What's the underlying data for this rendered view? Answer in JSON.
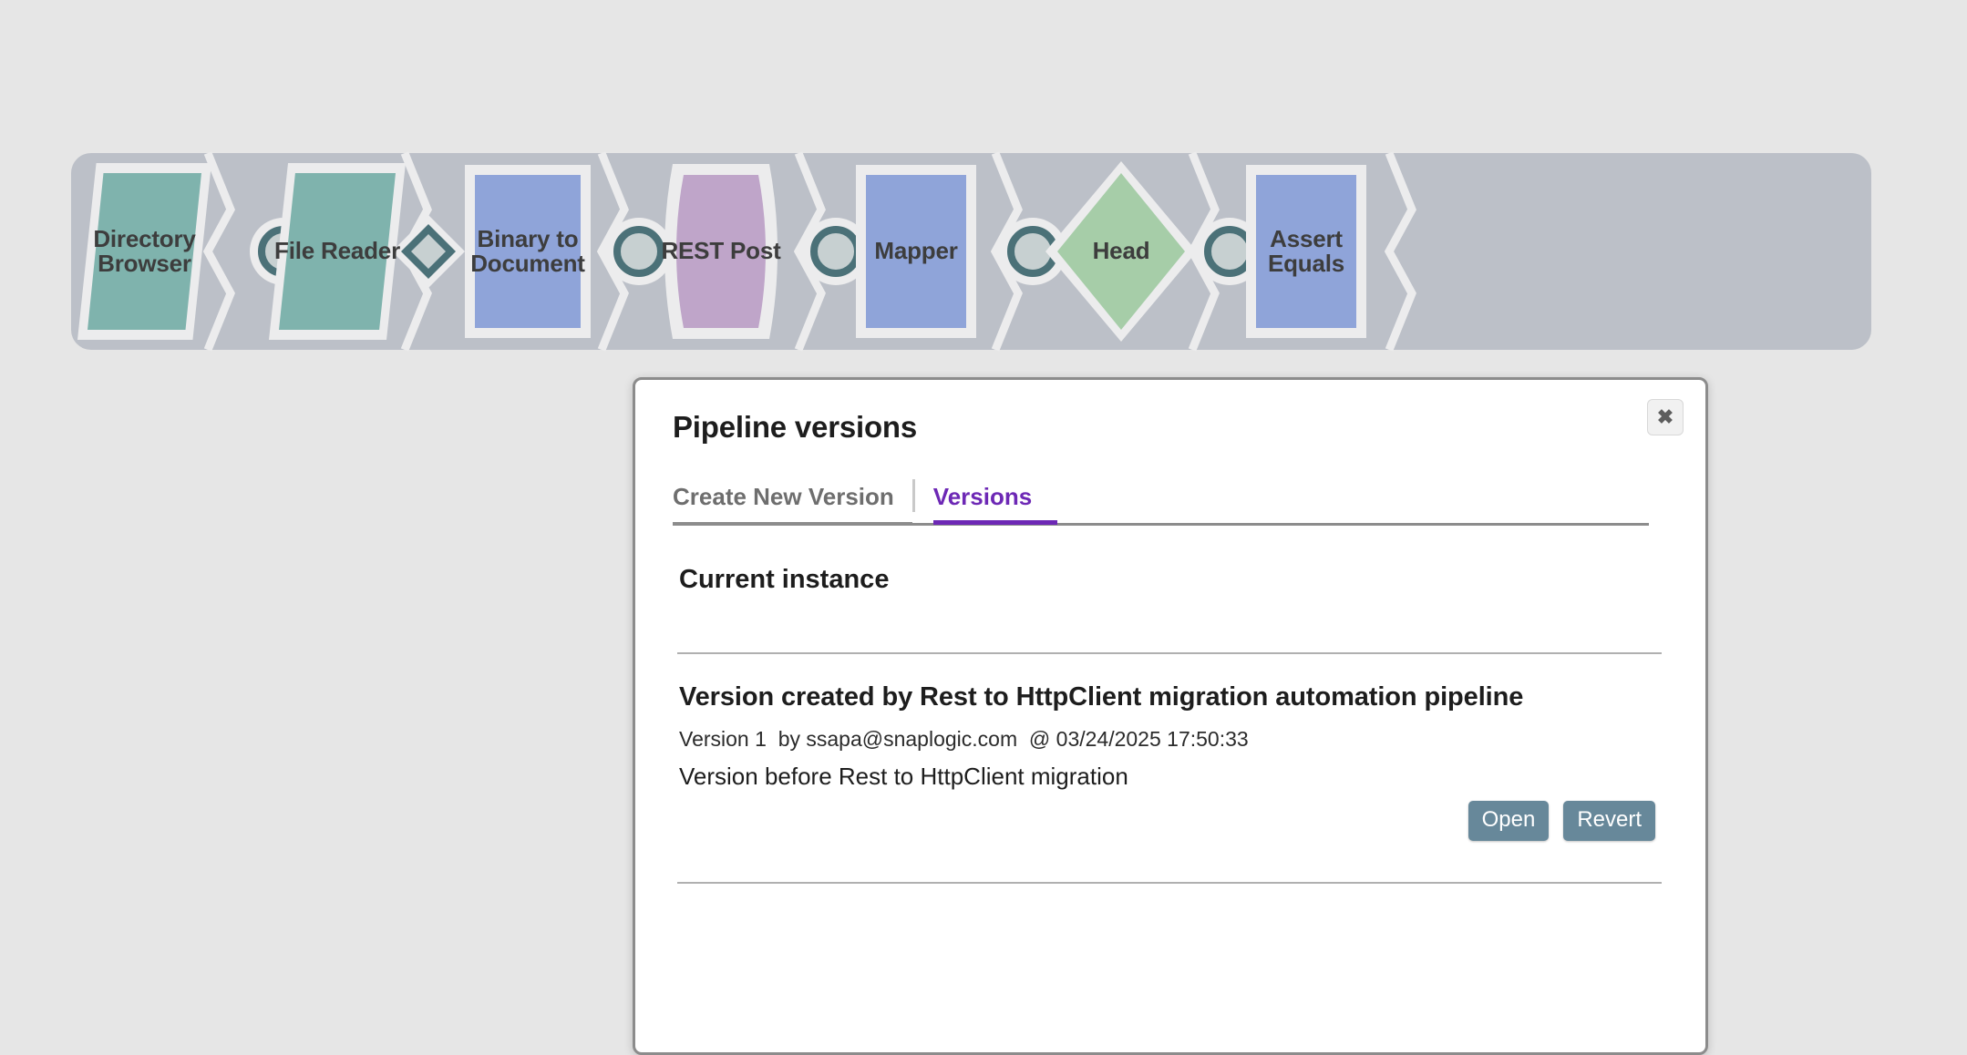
{
  "canvas": {
    "background_color": "#e6e6e6",
    "strip_color": "#bcc0c8",
    "pipeline_nodes": [
      {
        "id": "directory-browser",
        "label": "Directory\nBrowser",
        "shape": "parallelogram",
        "color": "#7fb3ad"
      },
      {
        "id": "file-reader",
        "label": "File Reader",
        "shape": "parallelogram",
        "color": "#7fb3ad"
      },
      {
        "id": "binary-to-document",
        "label": "Binary to\nDocument",
        "shape": "rectangle",
        "color": "#8fa4d9"
      },
      {
        "id": "rest-post",
        "label": "REST Post",
        "shape": "curved",
        "color": "#bfa5c9"
      },
      {
        "id": "mapper",
        "label": "Mapper",
        "shape": "rectangle",
        "color": "#8fa4d9"
      },
      {
        "id": "head",
        "label": "Head",
        "shape": "diamond",
        "color": "#a6cda8"
      },
      {
        "id": "assert-equals",
        "label": "Assert\nEquals",
        "shape": "rectangle",
        "color": "#8fa4d9"
      }
    ],
    "node_labels": {
      "directory_browser_line1": "Directory",
      "directory_browser_line2": "Browser",
      "file_reader": "File Reader",
      "binary_to_document_line1": "Binary to",
      "binary_to_document_line2": "Document",
      "rest_post": "REST Post",
      "mapper": "Mapper",
      "head": "Head",
      "assert_equals_line1": "Assert",
      "assert_equals_line2": "Equals"
    },
    "connectors": [
      {
        "id": "connector-1",
        "type": "circle"
      },
      {
        "id": "connector-2",
        "type": "diamond"
      },
      {
        "id": "connector-3",
        "type": "circle"
      },
      {
        "id": "connector-4",
        "type": "circle"
      },
      {
        "id": "connector-5",
        "type": "circle"
      },
      {
        "id": "connector-6",
        "type": "circle"
      },
      {
        "id": "connector-7",
        "type": "circle"
      }
    ]
  },
  "dialog": {
    "title": "Pipeline versions",
    "close_label": "✖",
    "tabs": [
      {
        "id": "create-new-version",
        "label": "Create New Version",
        "active": false
      },
      {
        "id": "versions",
        "label": "Versions",
        "active": true
      }
    ],
    "active_tab_color": "#6d28b5",
    "section_heading": "Current instance",
    "version_entry": {
      "title": "Version created by Rest to HttpClient migration automation pipeline",
      "version_number": "Version 1",
      "by_word": "by",
      "author": "ssapa@snaplogic.com",
      "at_symbol": "@",
      "timestamp": "03/24/2025 17:50:33",
      "note": "Version before Rest to HttpClient migration",
      "buttons": [
        {
          "id": "open",
          "label": "Open"
        },
        {
          "id": "revert",
          "label": "Revert"
        }
      ]
    },
    "button_color": "#67889a"
  }
}
